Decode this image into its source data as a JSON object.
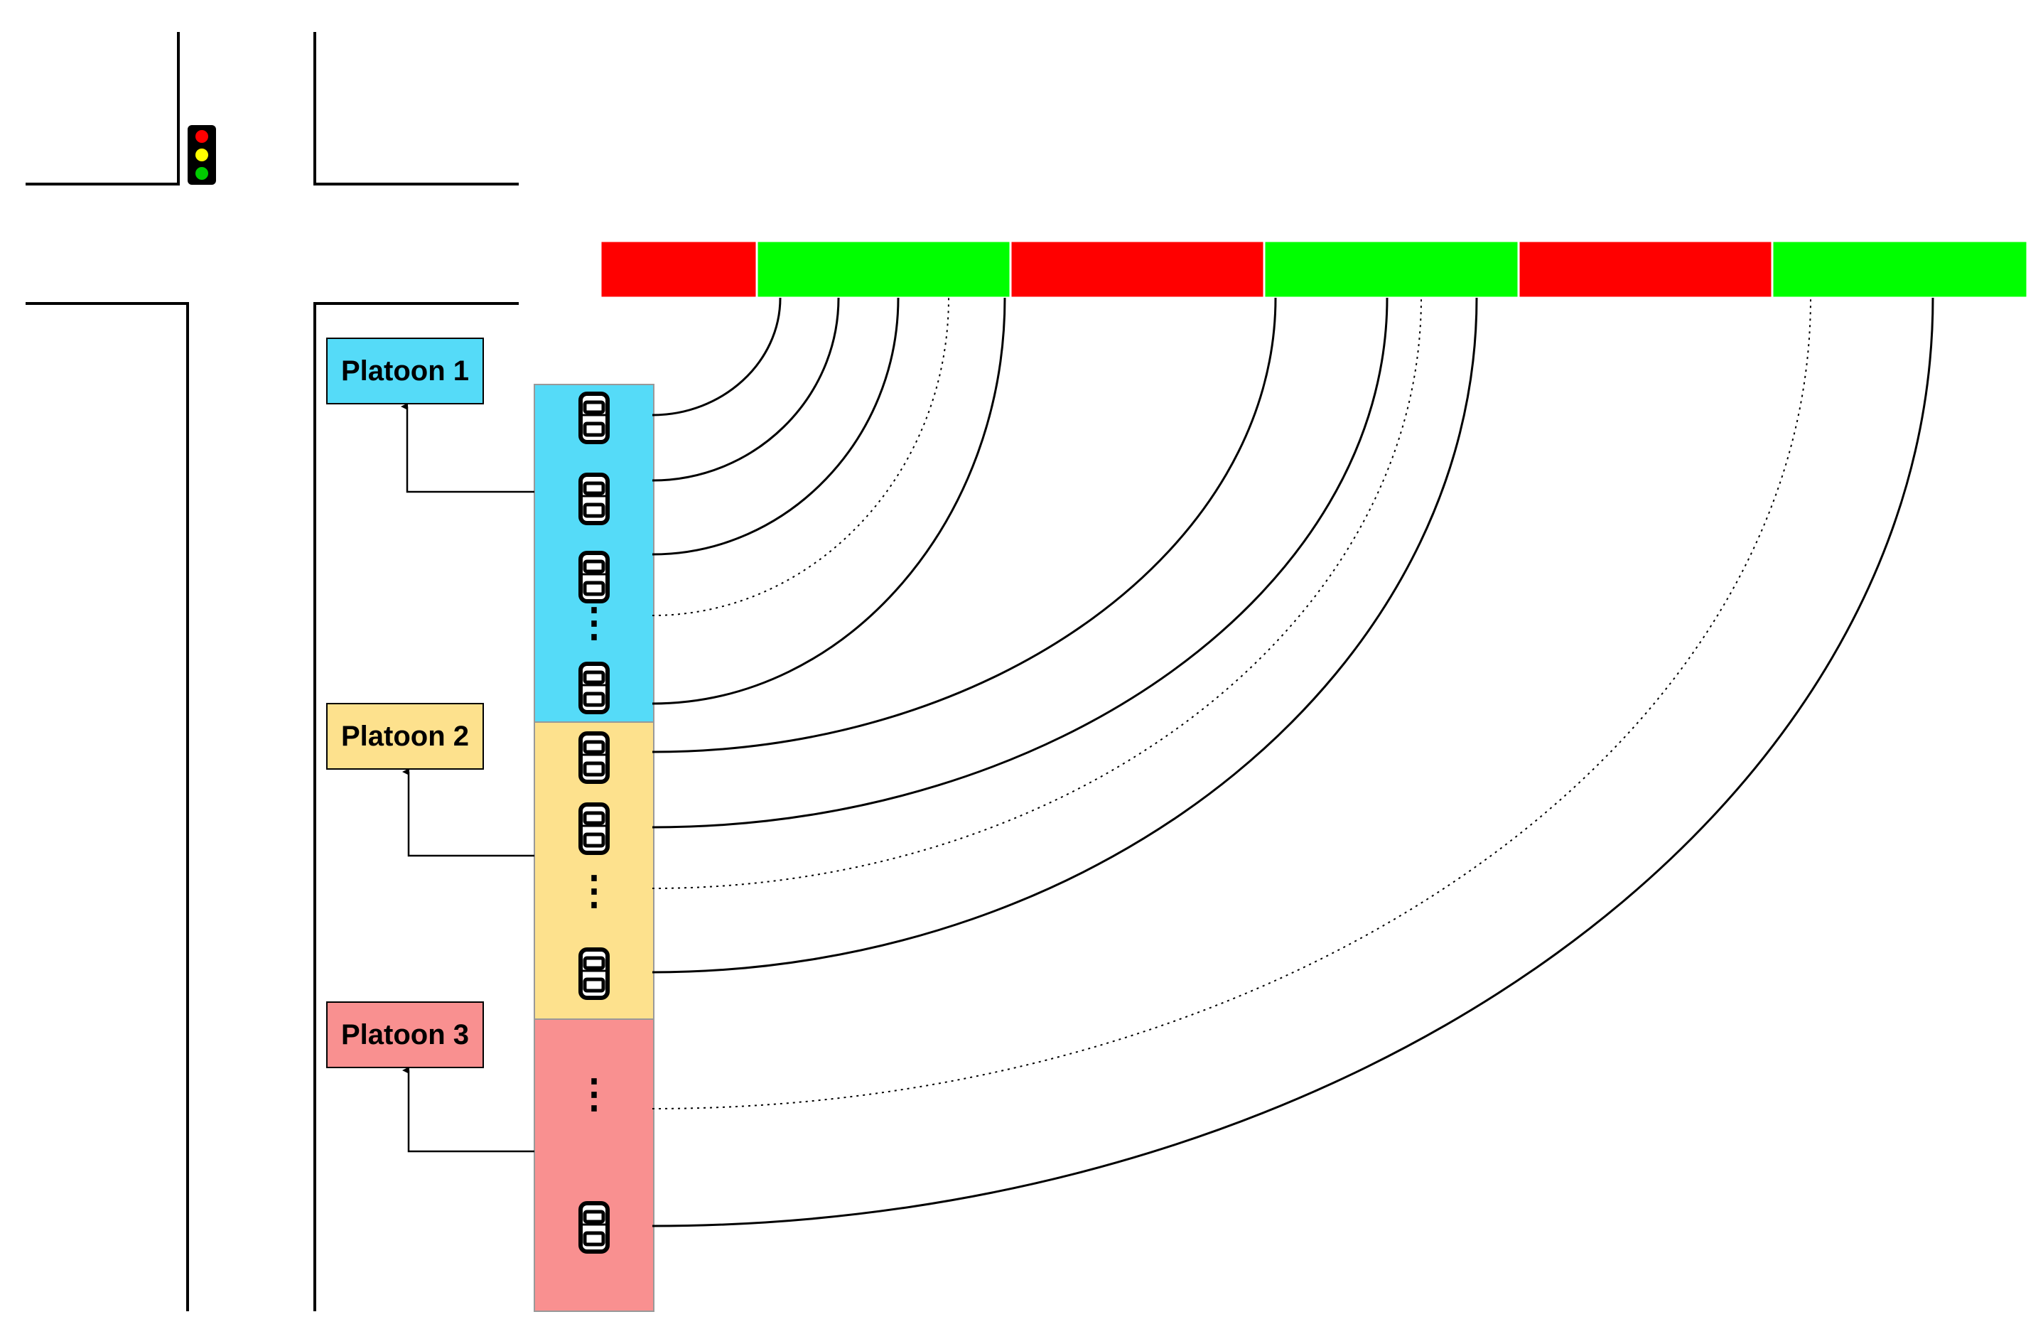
{
  "colors": {
    "road": "#000000",
    "phase_red": "#ff0000",
    "phase_green": "#00ff00",
    "light_housing": "#000000",
    "light_red": "#ff0000",
    "light_yellow": "#ffff00",
    "light_green": "#00cc00",
    "line": "#000000"
  },
  "icons": {
    "traffic_light": "traffic-light-icon",
    "vehicle": "car-icon"
  },
  "signal_phases": [
    "red",
    "green",
    "red",
    "green",
    "red",
    "green"
  ],
  "platoons": [
    {
      "id": 1,
      "label": "Platoon 1",
      "color": "#55dbf8"
    },
    {
      "id": 2,
      "label": "Platoon 2",
      "color": "#fde18d"
    },
    {
      "id": 3,
      "label": "Platoon 3",
      "color": "#f99090"
    }
  ],
  "ellipsis": "⋮",
  "links": [
    {
      "phase": 1,
      "platoon": 1,
      "vehicle": "1",
      "style": "solid"
    },
    {
      "phase": 1,
      "platoon": 1,
      "vehicle": "2",
      "style": "solid"
    },
    {
      "phase": 1,
      "platoon": 1,
      "vehicle": "3",
      "style": "solid"
    },
    {
      "phase": 1,
      "platoon": 1,
      "vehicle": "...",
      "style": "dotted"
    },
    {
      "phase": 1,
      "platoon": 1,
      "vehicle": "last",
      "style": "solid"
    },
    {
      "phase": 3,
      "platoon": 2,
      "vehicle": "1",
      "style": "solid"
    },
    {
      "phase": 3,
      "platoon": 2,
      "vehicle": "2",
      "style": "solid"
    },
    {
      "phase": 3,
      "platoon": 2,
      "vehicle": "...",
      "style": "dotted"
    },
    {
      "phase": 3,
      "platoon": 2,
      "vehicle": "last",
      "style": "solid"
    },
    {
      "phase": 5,
      "platoon": 3,
      "vehicle": "...",
      "style": "dotted"
    },
    {
      "phase": 5,
      "platoon": 3,
      "vehicle": "last",
      "style": "solid"
    }
  ]
}
